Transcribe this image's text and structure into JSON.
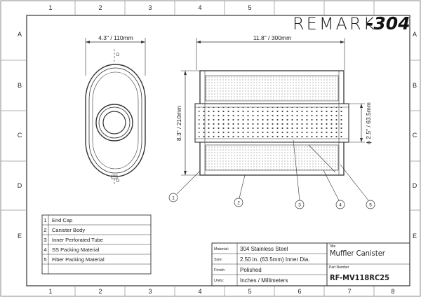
{
  "logo": {
    "part_a": "REMARK",
    "part_b": "-304"
  },
  "border": {
    "columns": [
      "1",
      "2",
      "3",
      "4",
      "5",
      "6",
      "7",
      "8"
    ],
    "rows": [
      "A",
      "B",
      "C",
      "D",
      "E"
    ]
  },
  "dimensions": {
    "end_width": "4.3\" / 110mm",
    "body_length": "11.8\" / 300mm",
    "body_height": "8.3\" / 210mm",
    "inner_dia": "ϕ 2.5\" / 63.5mm",
    "d_label": "D"
  },
  "balloons": [
    "1",
    "2",
    "3",
    "4",
    "5"
  ],
  "parts": [
    {
      "num": "1",
      "name": "End Cap"
    },
    {
      "num": "2",
      "name": "Canister Body"
    },
    {
      "num": "3",
      "name": "Inner Perforated Tube"
    },
    {
      "num": "4",
      "name": "SS Packing Material"
    },
    {
      "num": "5",
      "name": "Fiber Packing Material"
    }
  ],
  "title_block": {
    "material_label": "Material:",
    "material_value": "304 Stainless Steel",
    "size_label": "Size:",
    "size_value": "2.50 in. (63.5mm) Inner Dia.",
    "finish_label": "Finish:",
    "finish_value": "Polished",
    "units_label": "Units:",
    "units_value": "Inches / Millimeters",
    "title_label": "Title",
    "title_value": "Muffler Canister",
    "part_label": "Part Number",
    "part_value": "RF-MV118RC25"
  }
}
